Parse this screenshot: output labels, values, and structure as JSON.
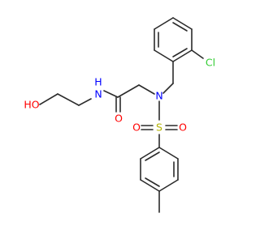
{
  "molecule": {
    "atoms": {
      "oh": "HO",
      "nh": "N\nH",
      "nh_n": "N",
      "nh_h": "H",
      "o_carbonyl": "O",
      "n_sulfonamide": "N",
      "s": "S",
      "o_s_left": "O",
      "o_s_right": "O",
      "cl": "Cl"
    },
    "colors": {
      "oxygen": "#ff0000",
      "nitrogen": "#0000ff",
      "sulfur": "#b3b300",
      "chlorine": "#33cc33",
      "bond": "#2b2b2b"
    }
  }
}
